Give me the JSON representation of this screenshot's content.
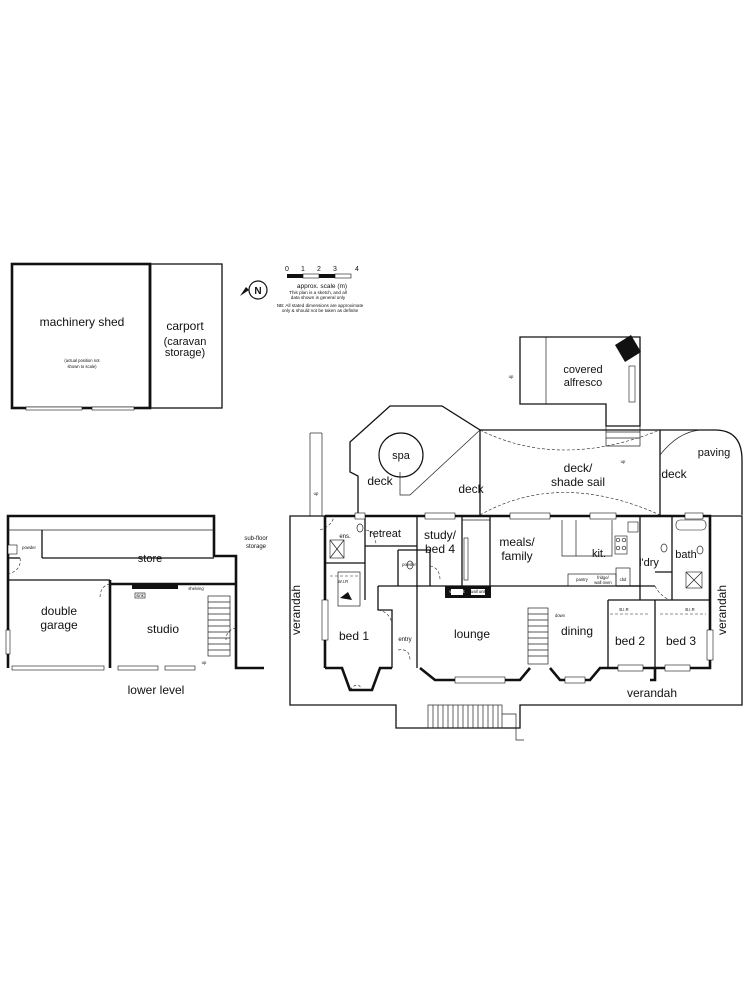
{
  "rooms": {
    "machinery_shed": "machinery shed",
    "machinery_note_1": "(actual position not",
    "machinery_note_2": "shown to scale)",
    "carport": "carport",
    "carport_sub_1": "(caravan",
    "carport_sub_2": "storage)",
    "covered_alfresco_1": "covered",
    "covered_alfresco_2": "alfresco",
    "spa": "spa",
    "deck_left": "deck",
    "deck_mid": "deck",
    "deck_shade_1": "deck/",
    "deck_shade_2": "shade sail",
    "deck_right": "deck",
    "paving": "paving",
    "ens": "ens.",
    "retreat": "retreat",
    "study_1": "study/",
    "study_2": "bed 4",
    "meals_1": "meals/",
    "meals_2": "family",
    "kit": "kit.",
    "ldry": "l'dry",
    "bath": "bath",
    "wir": "W.I.R",
    "powder_upper": "powder",
    "bed1": "bed 1",
    "entry": "entry",
    "lounge": "lounge",
    "dining": "dining",
    "bed2": "bed 2",
    "bed3": "bed 3",
    "bir2": "B.I.R",
    "bir3": "B.I.R",
    "pantry": "pantry",
    "fridge": "fridge/",
    "fridge_2": "wall oven",
    "cbd": "cbd",
    "down": "down",
    "verandah_left": "verandah",
    "verandah_right": "verandah",
    "verandah_bottom": "verandah",
    "wall_unit_1": "wall unit",
    "wall_unit_2": "wall unit",
    "up_alfresco": "up",
    "up_deck": "up",
    "up_left": "up",
    "powder_lower": "powder",
    "store": "store",
    "subfloor_1": "sub-floor",
    "subfloor_2": "storage",
    "double_1": "double",
    "double_2": "garage",
    "studio": "studio",
    "shelving": "shelving",
    "sink": "sink",
    "up_studio": "up"
  },
  "scale": {
    "ticks": [
      "0",
      "1",
      "2",
      "3",
      "4"
    ],
    "title": "approx. scale (m)",
    "note_1": "This plan is a sketch, and all",
    "note_2": "data shown is general only",
    "note_3": "NB: All stated dimensions are approximate",
    "note_4": "only & should not be taken as definite"
  },
  "compass": {
    "letter": "N",
    "icon": "north-arrow-icon"
  },
  "lower_level_caption": "lower level"
}
